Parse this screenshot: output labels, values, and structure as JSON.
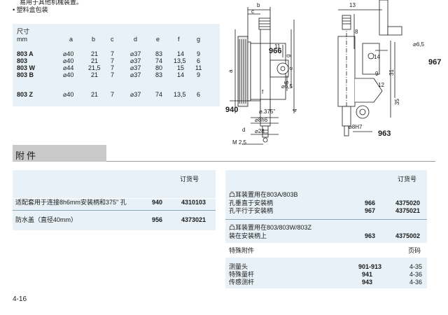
{
  "intro": {
    "line1": "易用于其他机械装置。",
    "line2": "• 塑料盒包装"
  },
  "dims": {
    "header": [
      "尺寸",
      "a",
      "b",
      "c",
      "d",
      "e",
      "f",
      "g"
    ],
    "unit": "mm",
    "rows": [
      {
        "model": "803 A",
        "a": "⌀40",
        "b": "21",
        "c": "7",
        "d": "⌀37",
        "e": "83",
        "f": "14",
        "g": "9"
      },
      {
        "model": "803",
        "a": "⌀40",
        "b": "21",
        "c": "7",
        "d": "⌀37",
        "e": "74",
        "f": "13,5",
        "g": "6"
      },
      {
        "model": "803 W",
        "a": "⌀44",
        "b": "21,5",
        "c": "7",
        "d": "⌀37",
        "e": "80",
        "f": "15",
        "g": "11"
      },
      {
        "model": "803 B",
        "a": "⌀40",
        "b": "21",
        "c": "7",
        "d": "⌀37",
        "e": "83",
        "f": "14",
        "g": "9"
      },
      {
        "model": "803 Z",
        "a": "⌀40",
        "b": "21",
        "c": "7",
        "d": "⌀37",
        "e": "74",
        "f": "13,5",
        "g": "6"
      }
    ]
  },
  "drawing": {
    "labels": {
      "b": "b",
      "c": "c",
      "a": "a",
      "e": "e",
      "g": "g",
      "d": "d",
      "f": "f",
      "l966": "966",
      "l967": "967",
      "l940": "940",
      "l963": "963",
      "d8h6": "⌀8h6",
      "d375": "⌀.375\"",
      "d28": "⌀28",
      "m25": "M 2,5",
      "d65a": "⌀6,5",
      "d65b": "⌀6,5",
      "d8h7": "⌀8H7",
      "n11": "11",
      "n4": "4",
      "n13": "13",
      "n5": "5",
      "n14": "14",
      "n31": "31",
      "n35": "35",
      "n8": "8",
      "n9": "9",
      "n12": "12"
    }
  },
  "section": {
    "title": "附件"
  },
  "left_panel": {
    "order_header": "订货号",
    "rows": [
      {
        "desc": "适配套用于连接8h6mm安装柄和375\" 孔",
        "ref": "940",
        "order": "4310103"
      },
      {
        "desc": "防水盖（直径40mm）",
        "ref": "956",
        "order": "4373021"
      }
    ]
  },
  "right_panel": {
    "order_header": "订货号",
    "group1": {
      "title": "凸耳装置用在803A/803B",
      "rows": [
        {
          "desc": "孔垂直于安装柄",
          "ref": "966",
          "order": "4375020"
        },
        {
          "desc": "孔平行于安装柄",
          "ref": "967",
          "order": "4375021"
        }
      ]
    },
    "group2": {
      "title": "凸耳装置用在803/803W/803Z",
      "rows": [
        {
          "desc": "装在安装柄上",
          "ref": "963",
          "order": "4375002"
        }
      ]
    },
    "special": {
      "title": "特殊附件",
      "page_header": "页码",
      "rows": [
        {
          "desc": "测量头",
          "ref": "901-913",
          "page": "4-35"
        },
        {
          "desc": "特殊量杆",
          "ref": "941",
          "page": "4-36"
        },
        {
          "desc": "传感测杆",
          "ref": "943",
          "page": "4-36"
        }
      ]
    }
  },
  "footer": {
    "page": "4-16"
  },
  "colors": {
    "panel_bg": "#e7f1f7",
    "band": "#c9c9c9",
    "line": "#1a1a1a"
  }
}
